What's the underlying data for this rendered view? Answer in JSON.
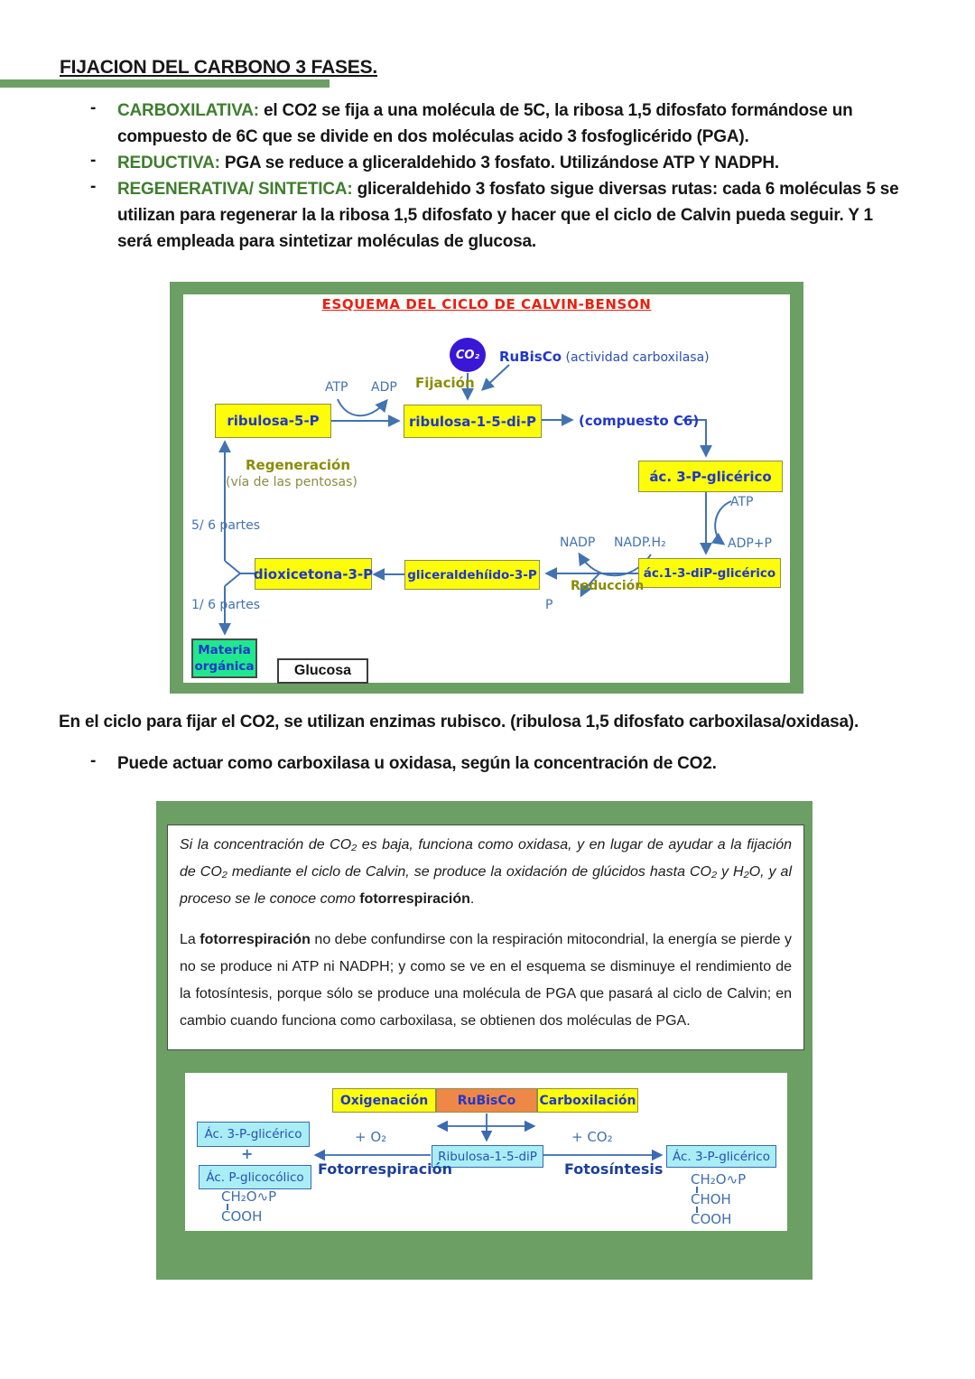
{
  "page": {
    "dash": "-",
    "heading": "FIJACION DEL CARBONO 3 FASES.",
    "bullets": [
      {
        "label": "CARBOXILATIVA:",
        "text": "el CO2 se fija a una molécula de 5C, la ribosa 1,5 difosfato formándose un compuesto de 6C que se divide en dos moléculas acido 3 fosfoglicérido (PGA)."
      },
      {
        "label": "REDUCTIVA:",
        "text": "PGA se reduce a gliceraldehido 3 fosfato. Utilizándose ATP Y NADPH."
      },
      {
        "label": "REGENERATIVA/ SINTETICA:",
        "text": "gliceraldehido 3 fosfato sigue diversas rutas: cada 6 moléculas 5 se utilizan para regenerar la la ribosa 1,5 difosfato y hacer que el ciclo de Calvin pueda seguir. Y 1 será empleada para sintetizar moléculas de glucosa."
      }
    ],
    "mid_paragraph": "En el ciclo para fijar el CO2, se utilizan enzimas rubisco. (ribulosa 1,5 difosfato carboxilasa/oxidasa).",
    "mid_bullet": "Puede actuar como carboxilasa u oxidasa, según la concentración de CO2."
  },
  "calvin_diagram": {
    "title": "ESQUEMA DEL CICLO DE CALVIN-BENSON",
    "co2": "CO₂",
    "rubisco_bold": "RuBisCo",
    "rubisco_rest": " (actividad carboxilasa)",
    "fijacion": "Fijación",
    "atp_left": "ATP",
    "adp_left": "ADP",
    "box_ribulosa5p": "ribulosa-5-P",
    "box_ribulosa15dip": "ribulosa-1-5-di-P",
    "compuesto_c6": "(compuesto C6)",
    "box_ac3p": "ác. 3-P-glicérico",
    "atp_right": "ATP",
    "adp_p": "ADP+P",
    "box_ac13dip": "ác.1-3-diP-glicérico",
    "nadp": "NADP",
    "nadph2": "NADP.H₂",
    "reduccion": "Reducción",
    "p": "P",
    "box_gliceraldehido": "gliceraldehíido-3-P",
    "box_dioxicetona": "dioxicetona-3-P",
    "regeneracion": "Regeneración",
    "via_pentosas": "(vía de las pentosas)",
    "partes_56": "5/ 6 partes",
    "partes_16": "1/ 6 partes",
    "materia_line1": "Materia",
    "materia_line2": "orgánica",
    "glucosa": "Glucosa"
  },
  "info_box": {
    "p1_italic": "Si la concentración de CO₂ es baja, funciona como oxidasa, y en lugar de ayudar a la fijación de CO₂ mediante el ciclo de Calvin, se produce la oxidación de glúcidos hasta CO₂ y H₂O, y al proceso se le conoce como ",
    "p1_bold": "fotorrespiración",
    "p1_end": ".",
    "p2_start": "La ",
    "p2_bold": "fotorrespiración",
    "p2_rest": " no debe confundirse con la respiración mitocondrial, la energía se pierde y no se produce ni ATP ni NADPH; y como se ve en el esquema se disminuye el rendimiento de la fotosíntesis, porque sólo se produce una molécula de PGA que pasará al ciclo de Calvin; en cambio cuando funciona como carboxilasa, se obtienen dos moléculas de PGA."
  },
  "rubisco_diagram": {
    "oxigenacion": "Oxigenación",
    "rubisco": "RuBisCo",
    "carboxilacion": "Carboxilación",
    "ribulosa": "Ribulosa-1-5-diP",
    "plus_o2": "+ O₂",
    "fotorrespiracion": "Fotorrespiración",
    "plus_co2": "+ CO₂",
    "fotosintesis": "Fotosíntesis",
    "left_box1": "Ác. 3-P-glicérico",
    "plus": "+",
    "left_box2": "Ác. P-glicocólico",
    "right_box": "Ác. 3-P-glicérico",
    "left_formula": [
      "CH₂O∿P",
      "COOH"
    ],
    "right_formula": [
      "CH₂O∿P",
      "CHOH",
      "COOH"
    ]
  },
  "colors": {
    "panel_green": "#6b9f64",
    "heading_green": "#3e7e2d",
    "diagram_yellow": "#fdfd0a",
    "diagram_orange": "#ef8747",
    "diagram_cyan": "#a9edf5",
    "co2_blue": "#3a16d6",
    "materia_green": "#1fe88f",
    "arrow_blue": "#4273b0",
    "box_text_blue": "#2038c8",
    "olive": "#8a8c05",
    "title_red": "#ea1f10"
  }
}
